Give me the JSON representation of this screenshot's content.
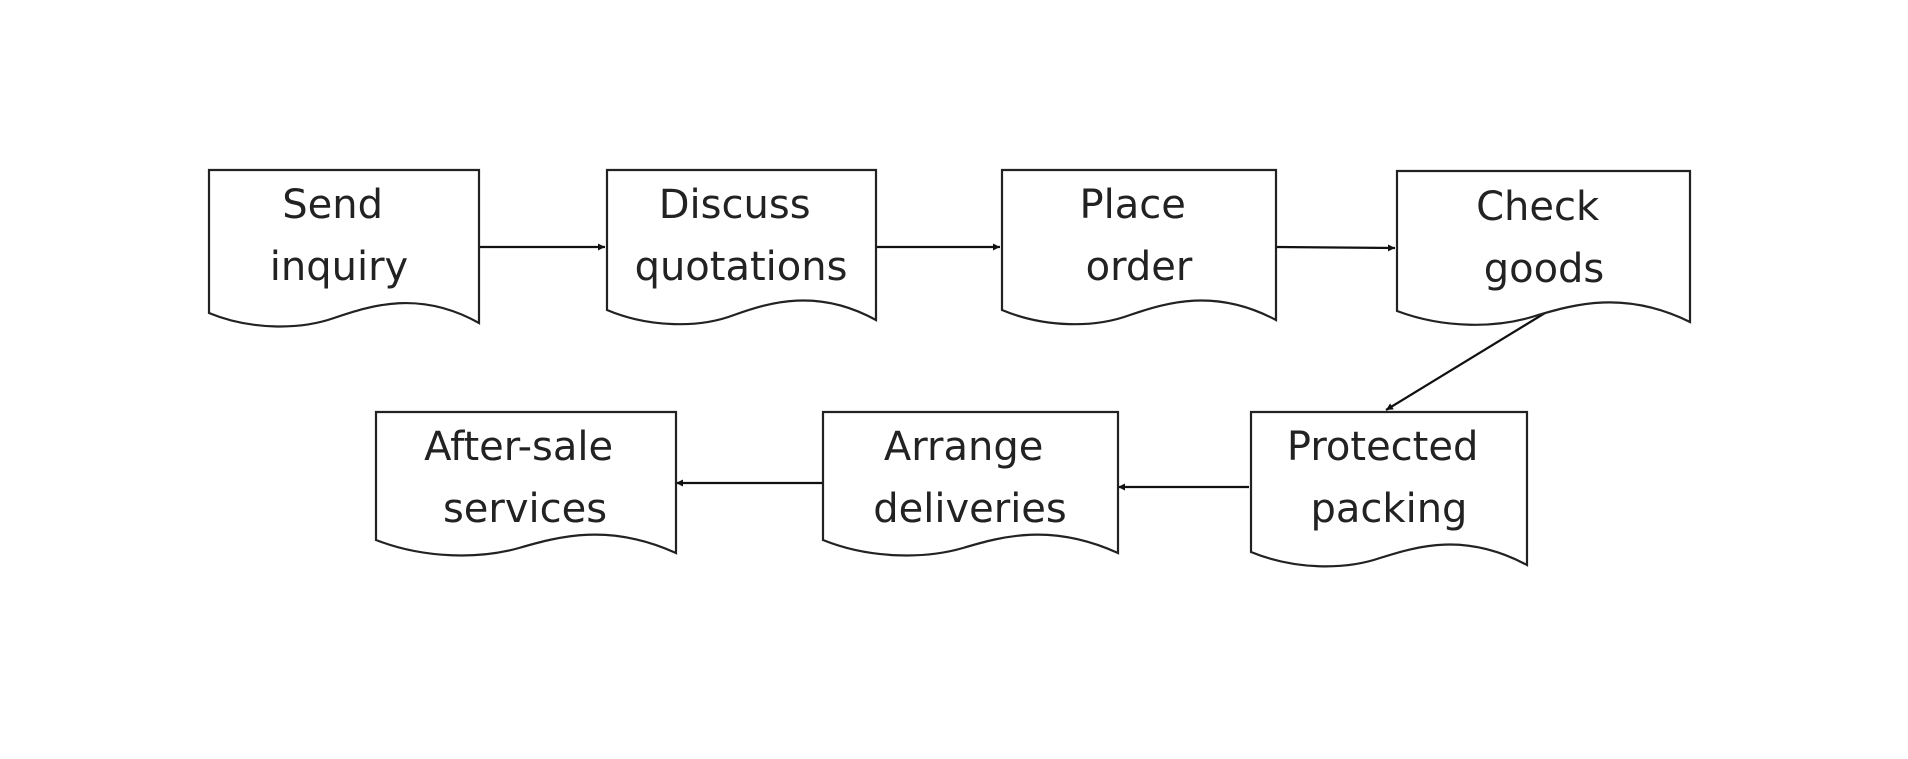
{
  "diagram": {
    "type": "flowchart",
    "nodes": [
      {
        "id": "send-inquiry",
        "lines": [
          "Send",
          "inquiry"
        ]
      },
      {
        "id": "discuss-quotations",
        "lines": [
          "Discuss",
          "quotations"
        ]
      },
      {
        "id": "place-order",
        "lines": [
          "Place",
          "order"
        ]
      },
      {
        "id": "check-goods",
        "lines": [
          "Check",
          "goods"
        ]
      },
      {
        "id": "protected-packing",
        "lines": [
          "Protected",
          "packing"
        ]
      },
      {
        "id": "arrange-deliveries",
        "lines": [
          "Arrange",
          "deliveries"
        ]
      },
      {
        "id": "after-sale-services",
        "lines": [
          "After-sale",
          "services"
        ]
      }
    ],
    "edges": [
      {
        "from": "send-inquiry",
        "to": "discuss-quotations"
      },
      {
        "from": "discuss-quotations",
        "to": "place-order"
      },
      {
        "from": "place-order",
        "to": "check-goods"
      },
      {
        "from": "check-goods",
        "to": "protected-packing"
      },
      {
        "from": "protected-packing",
        "to": "arrange-deliveries"
      },
      {
        "from": "arrange-deliveries",
        "to": "after-sale-services"
      }
    ],
    "colors": {
      "stroke": "#222222",
      "text": "#222222",
      "fill": "#ffffff",
      "background": "#ffffff"
    }
  }
}
